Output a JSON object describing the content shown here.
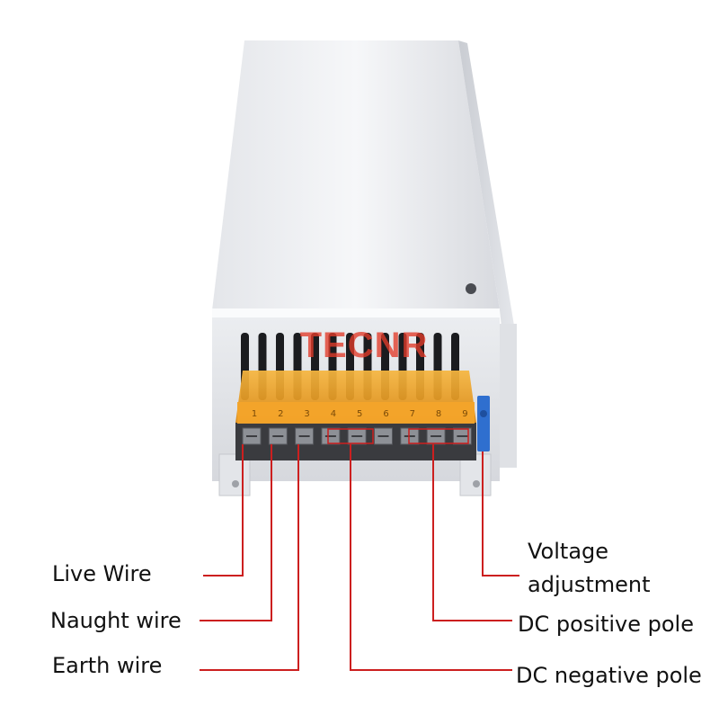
{
  "watermark": "TECNR",
  "terminal_numbers": [
    "1",
    "2",
    "3",
    "4",
    "5",
    "6",
    "7",
    "8",
    "9"
  ],
  "labels": {
    "live_wire": "Live Wire",
    "naught_wire": "Naught wire",
    "earth_wire": "Earth wire",
    "voltage_line1": "Voltage",
    "voltage_line2": "adjustment",
    "dc_positive": "DC positive pole",
    "dc_negative": "DC negative pole"
  },
  "colors": {
    "leader_line": "#cc1f1f",
    "terminal_cover": "#f0a020",
    "terminal_cover_dark": "#c77a0e",
    "housing": "#f1f2f5",
    "housing_shadow": "#d9dbe0",
    "adjust_pot": "#2f6fcf"
  }
}
